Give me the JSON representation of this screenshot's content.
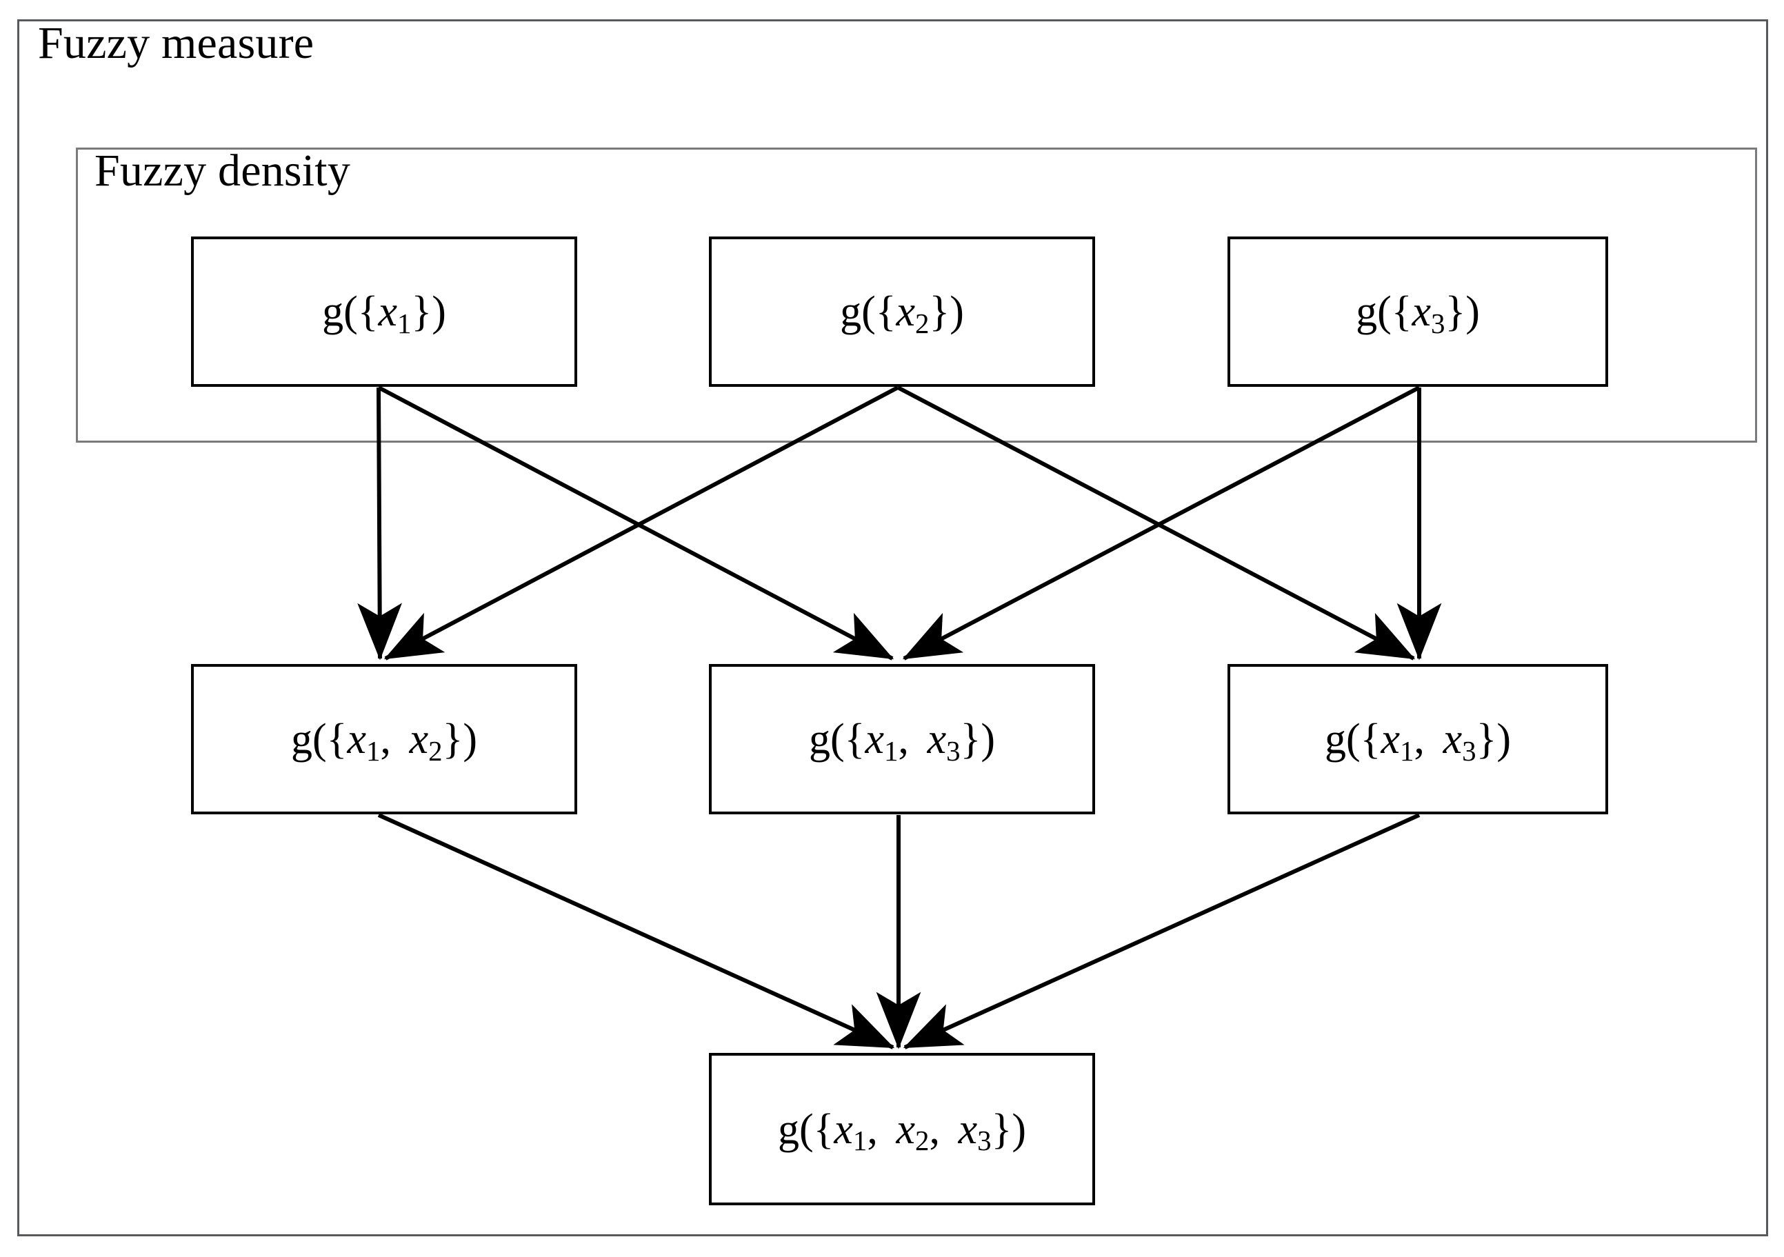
{
  "diagram": {
    "outer_frame_label": "Fuzzy measure",
    "inner_frame_label": "Fuzzy density",
    "accent_color": "#000000",
    "frame_color": "#58595b",
    "background": "#ffffff"
  },
  "nodes": {
    "row_density": [
      {
        "id": "x1",
        "text_plain": "g({x1})",
        "fn": "g",
        "set": [
          "x1"
        ]
      },
      {
        "id": "x2",
        "text_plain": "g({x2})",
        "fn": "g",
        "set": [
          "x2"
        ]
      },
      {
        "id": "x3",
        "text_plain": "g({x3})",
        "fn": "g",
        "set": [
          "x3"
        ]
      }
    ],
    "row_pairs": [
      {
        "id": "x12",
        "text_plain": "g({x1, x2})",
        "fn": "g",
        "set": [
          "x1",
          "x2"
        ]
      },
      {
        "id": "x13a",
        "text_plain": "g({x1, x3})",
        "fn": "g",
        "set": [
          "x1",
          "x3"
        ]
      },
      {
        "id": "x13b",
        "text_plain": "g({x1, x3})",
        "fn": "g",
        "set": [
          "x1",
          "x3"
        ]
      }
    ],
    "row_total": [
      {
        "id": "x123",
        "text_plain": "g({x1, x2, x3})",
        "fn": "g",
        "set": [
          "x1",
          "x2",
          "x3"
        ]
      }
    ]
  },
  "symbols": {
    "fn": "g",
    "open": "({",
    "close": "})",
    "comma": ",",
    "var": "x",
    "sub1": "1",
    "sub2": "2",
    "sub3": "3"
  },
  "edges": [
    {
      "from": "x1",
      "to": "x12",
      "style": "vertical"
    },
    {
      "from": "x1",
      "to": "x13a",
      "style": "diagonal"
    },
    {
      "from": "x2",
      "to": "x12",
      "style": "diagonal"
    },
    {
      "from": "x2",
      "to": "x13b",
      "style": "diagonal"
    },
    {
      "from": "x3",
      "to": "x13a",
      "style": "diagonal"
    },
    {
      "from": "x3",
      "to": "x13b",
      "style": "vertical"
    },
    {
      "from": "x12",
      "to": "x123",
      "style": "diagonal"
    },
    {
      "from": "x13a",
      "to": "x123",
      "style": "vertical"
    },
    {
      "from": "x13b",
      "to": "x123",
      "style": "diagonal"
    }
  ]
}
